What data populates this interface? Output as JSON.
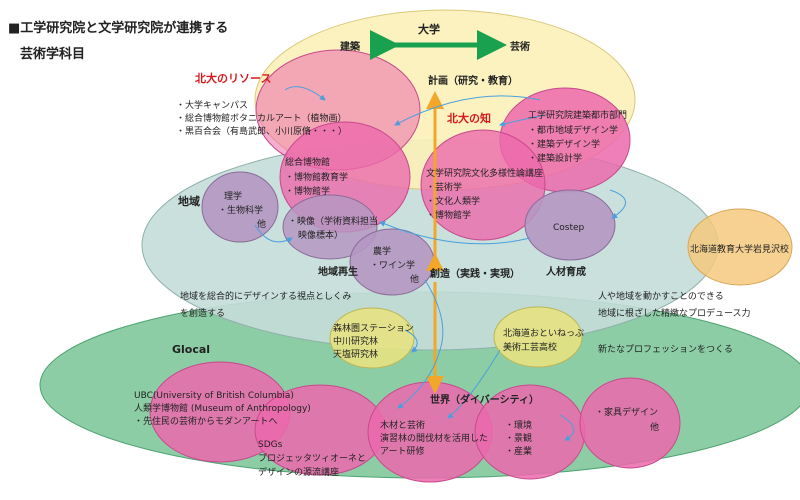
{
  "title": {
    "line1": "■工学研究院と文学研究院が連携する",
    "line2": "芸術学科目"
  },
  "top": {
    "label": "大学",
    "left": "建築",
    "right": "芸術"
  },
  "resources": {
    "title": "北大のリソース",
    "items": [
      "・大学キャンパス",
      "・総合博物館ボタニカルアート（植物画）",
      "・黒百合会（有島武郎、小川原脩・・・）"
    ]
  },
  "knowledge": {
    "title": "北大の知"
  },
  "axis": {
    "top": "計画（研究・教育）",
    "middle": "創造（実践・実現）",
    "bottom": "世界（ダイバーシティ）"
  },
  "eng": {
    "lines": [
      "工学研究院建築都市部門",
      "・都市地域デザイン学",
      "・建築デザイン学",
      "・建築設計学"
    ]
  },
  "lit": {
    "lines": [
      "文学研究院文化多様性論講座",
      "・芸術学",
      "・文化人類学",
      "・博物館学"
    ]
  },
  "museum": {
    "lines": [
      "総合博物館",
      "・博物館教育学",
      "・博物館学"
    ]
  },
  "video": {
    "lines": [
      "・映像（学術資料担当",
      "映像標本）"
    ]
  },
  "science": {
    "lines": [
      "理学",
      "・生物科学",
      "他"
    ]
  },
  "agri": {
    "lines": [
      "農学",
      "・ワイン学",
      "他"
    ]
  },
  "costep": {
    "label": "Costep"
  },
  "region": {
    "label": "地域",
    "revival": "地域再生",
    "hr": "人材育成",
    "left_lines": [
      "地域を総合的にデザインする視点としくみ",
      "を創造する"
    ],
    "right_lines": [
      "人や地域を動かすことのできる",
      "地域に根ざした精緻なプロデュース力"
    ]
  },
  "iwamizawa": {
    "label": "北海道教育大学岩見沢校"
  },
  "forest": {
    "lines": [
      "森林圏ステーション",
      "中川研究林",
      "天塩研究林"
    ]
  },
  "otoineppu": {
    "lines": [
      "北海道おといねっぷ",
      "美術工芸高校"
    ]
  },
  "glocal": {
    "label": "Glocal",
    "profession": "新たなプロフェッションをつくる"
  },
  "ubc": {
    "lines": [
      "UBC(University of British Columbia)",
      "人類学博物館 (Museum of Anthropology)",
      "・先住民の芸術からモダンアートへ"
    ]
  },
  "sdgs": {
    "lines": [
      "SDGs",
      "プロジェッタツィオーネと",
      "デザインの源流講座"
    ]
  },
  "wood": {
    "lines": [
      "木材と芸術",
      "演習林の間伐材を活用した",
      "アート研修"
    ]
  },
  "env": {
    "lines": [
      "・環境",
      "・景観",
      "・産業"
    ]
  },
  "furniture": {
    "lines": [
      "・家具デザイン",
      "他"
    ]
  },
  "colors": {
    "yellow": "#fbf1b8",
    "teal": "#c4ddd8",
    "green": "#6fc08f",
    "pink": "#ec69ad",
    "purple": "#b597c2",
    "olive": "#e7e283",
    "orange": "#f4c97e",
    "arrow_green": "#1aa150",
    "arrow_orange": "#f2a72a",
    "arrow_blue": "#4aa0df",
    "red": "#d7191c"
  }
}
